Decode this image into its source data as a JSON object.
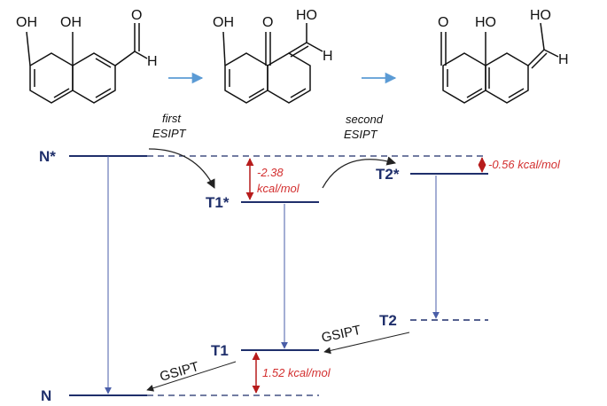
{
  "molecules": {
    "m1": {
      "oh_left": "OH",
      "oh_right": "OH",
      "o": "O",
      "h": "H"
    },
    "m2": {
      "oh": "OH",
      "o": "O",
      "ho": "HO",
      "h": "H"
    },
    "m3": {
      "o": "O",
      "ho_mid": "HO",
      "ho_right": "HO",
      "h": "H"
    }
  },
  "levels": {
    "n_star": "N*",
    "t1_star": "T1*",
    "t2_star": "T2*",
    "t2": "T2",
    "t1": "T1",
    "n": "N"
  },
  "annotations": {
    "first_esipt_line1": "first",
    "first_esipt_line2": "ESIPT",
    "second_esipt_line1": "second",
    "second_esipt_line2": "ESIPT",
    "gsipt_upper": "GSIPT",
    "gsipt_lower": "GSIPT"
  },
  "energies": {
    "t1_star_line1": "-2.38",
    "t1_star_line2": "kcal/mol",
    "t2_star": "-0.56 kcal/mol",
    "t1": "1.52 kcal/mol"
  },
  "colors": {
    "level": "#1f2f6b",
    "transition_arrow": "#4a5ea8",
    "reaction_arrow": "#5b9bd5",
    "energy_text": "#d32f2f",
    "energy_arrow": "#b71c1c"
  }
}
